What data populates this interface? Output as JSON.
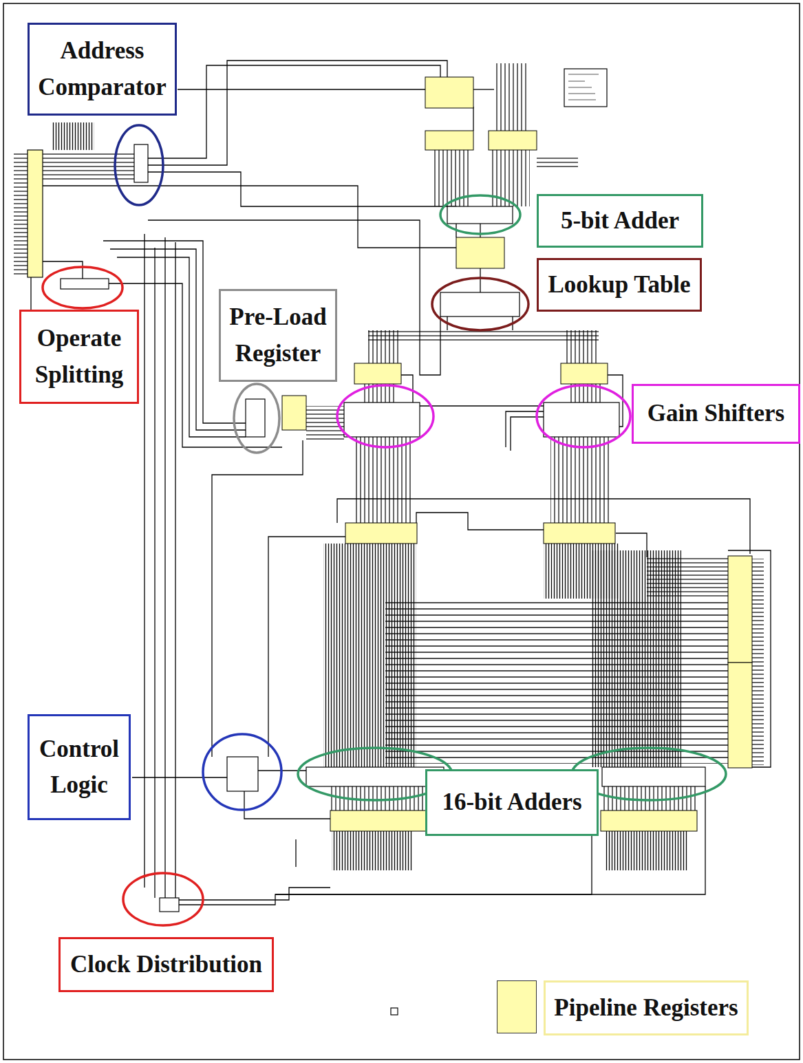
{
  "diagram": {
    "nodes": [
      {
        "text": [
          "Address Comparator"
        ]
      },
      {
        "text": [
          "5-bit Adder"
        ]
      },
      {
        "text": [
          "Lookup Table"
        ]
      },
      {
        "text": [
          "Pre-Load Register"
        ]
      },
      {
        "text": [
          "Operate Splitting"
        ]
      },
      {
        "text": [
          "Gain Shifters"
        ]
      },
      {
        "text": [
          "Control Logic"
        ]
      },
      {
        "text": [
          "16-bit Adders"
        ]
      },
      {
        "text": [
          "Clock Distribution"
        ]
      }
    ],
    "legend": [
      {
        "text": "Pipeline Registers",
        "color": "#fffcad"
      }
    ]
  }
}
